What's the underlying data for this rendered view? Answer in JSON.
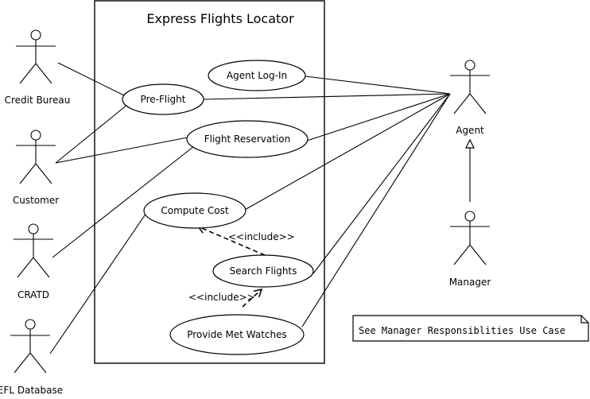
{
  "system": {
    "title": "Express Flights Locator"
  },
  "actors": {
    "credit_bureau": "Credit Bureau",
    "customer": "Customer",
    "cratd": "CRATD",
    "efl_database": "EFL Database",
    "agent": "Agent",
    "manager": "Manager"
  },
  "use_cases": {
    "agent_login": "Agent Log-In",
    "pre_flight": "Pre-Flight",
    "flight_reservation": "Flight Reservation",
    "compute_cost": "Compute Cost",
    "search_flights": "Search Flights",
    "provide_met_watches": "Provide Met Watches"
  },
  "relations": {
    "include_1": "<<include>>",
    "include_2": "<<include>>"
  },
  "note": "See Manager Responsiblities Use Case"
}
